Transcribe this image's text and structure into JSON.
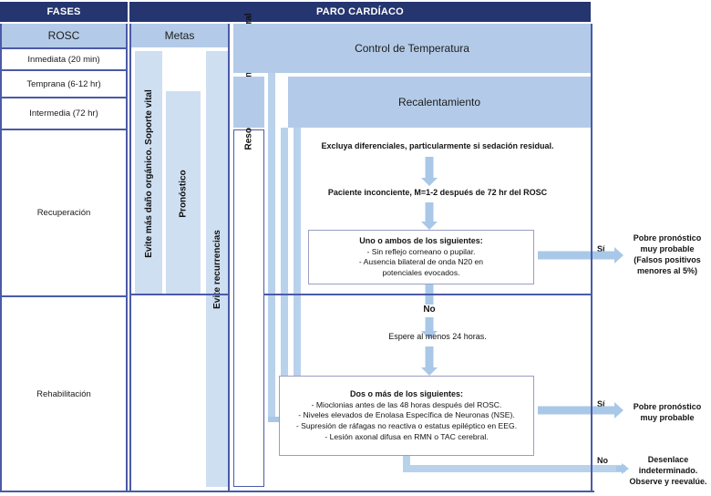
{
  "headers": {
    "left": "FASES",
    "right": "PARO CARDÍACO"
  },
  "columns": {
    "rosc": "ROSC",
    "metas": "Metas",
    "control_temperatura": "Control de Temperatura",
    "recalentamiento": "Recalentamiento"
  },
  "phases": [
    {
      "label": "Inmediata (20 min)"
    },
    {
      "label": "Temprana (6-12 hr)"
    },
    {
      "label": "Intermedia (72 hr)"
    },
    {
      "label": "Recuperación"
    },
    {
      "label": "Rehabilitación"
    }
  ],
  "vertical_bars": [
    {
      "label": "Evite más daño orgánico. Soporte vital"
    },
    {
      "label": "Pronóstico"
    },
    {
      "label": "Evite recurrencias"
    },
    {
      "label": "Resonancia magnética cerebral"
    }
  ],
  "flow": {
    "step1": "Excluya diferenciales, particularmente si sedación residual.",
    "step2": "Paciente inconciente, M=1-2 después de 72 hr del ROSC",
    "box1": {
      "title": "Uno o ambos de los siguientes:",
      "items": [
        "- Sin reflejo corneano o pupilar.",
        "- Ausencia bilateral de onda N20 en",
        "potenciales evocados."
      ]
    },
    "decision_no": "No",
    "step3": "Espere al menos 24 horas.",
    "box2": {
      "title": "Dos o más de los siguientes:",
      "items": [
        "- Mioclonias antes de las 48 horas después del ROSC.",
        "- Niveles elevados de Enolasa Específica de Neuronas (NSE).",
        "- Supresión de ráfagas no reactiva o estatus epiléptico en EEG.",
        "- Lesión axonal difusa en RMN o TAC cerebral."
      ]
    }
  },
  "outcomes": [
    {
      "answer": "Sí",
      "lines": [
        "Pobre pronóstico",
        "muy probable",
        "(Falsos positivos",
        "menores al 5%)"
      ]
    },
    {
      "answer": "Sí",
      "lines": [
        "Pobre pronóstico",
        "muy probable"
      ]
    },
    {
      "answer": "No",
      "lines": [
        "Desenlace",
        "indeterminado.",
        "Observe y reevalúe."
      ]
    }
  ],
  "colors": {
    "header_navy": "#24356f",
    "band_blue": "#b3cbe8",
    "bar_blue": "#cfdff2",
    "arrow_blue": "#a9c8e8",
    "rule_blue": "#4b5aa8",
    "box_border": "#9a9ec4"
  }
}
